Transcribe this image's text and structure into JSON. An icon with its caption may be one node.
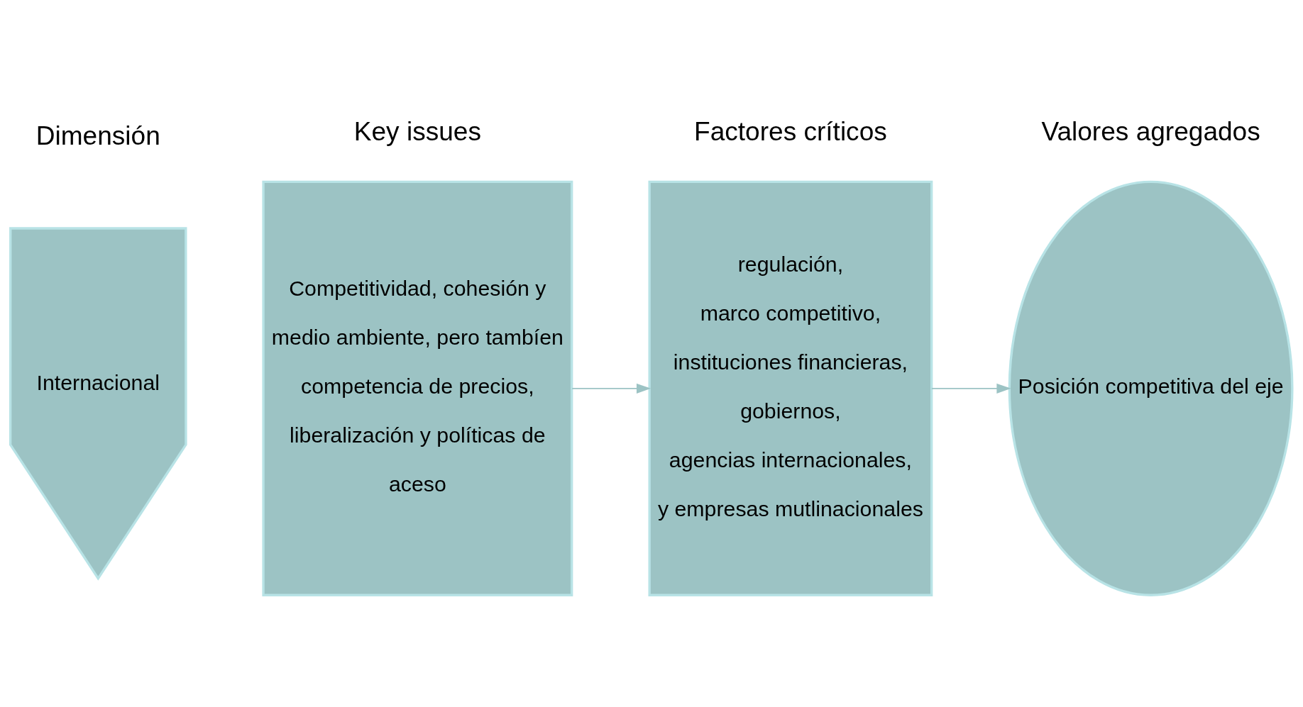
{
  "diagram": {
    "nodes": [
      {
        "text": [
          "Internacional"
        ]
      },
      {
        "text": [
          "Competitividad, cohesión y medio ambiente, pero tambíen competencia de precios, liberalización y políticas de aceso"
        ]
      },
      {
        "text": [
          "regulación,",
          "marco competitivo,",
          "instituciones financieras,",
          "gobiernos,",
          "agencias internacionales,",
          "y empresas mutlinacionales"
        ]
      },
      {
        "text": [
          "Posición competitiva del eje"
        ]
      }
    ],
    "edges": [
      {
        "from": 1,
        "to": 2,
        "arrow": "to"
      },
      {
        "from": 2,
        "to": 3,
        "arrow": "to"
      }
    ],
    "labels": [
      "Dimensión",
      "Key issues",
      "Factores críticos",
      "Valores agregados"
    ]
  }
}
